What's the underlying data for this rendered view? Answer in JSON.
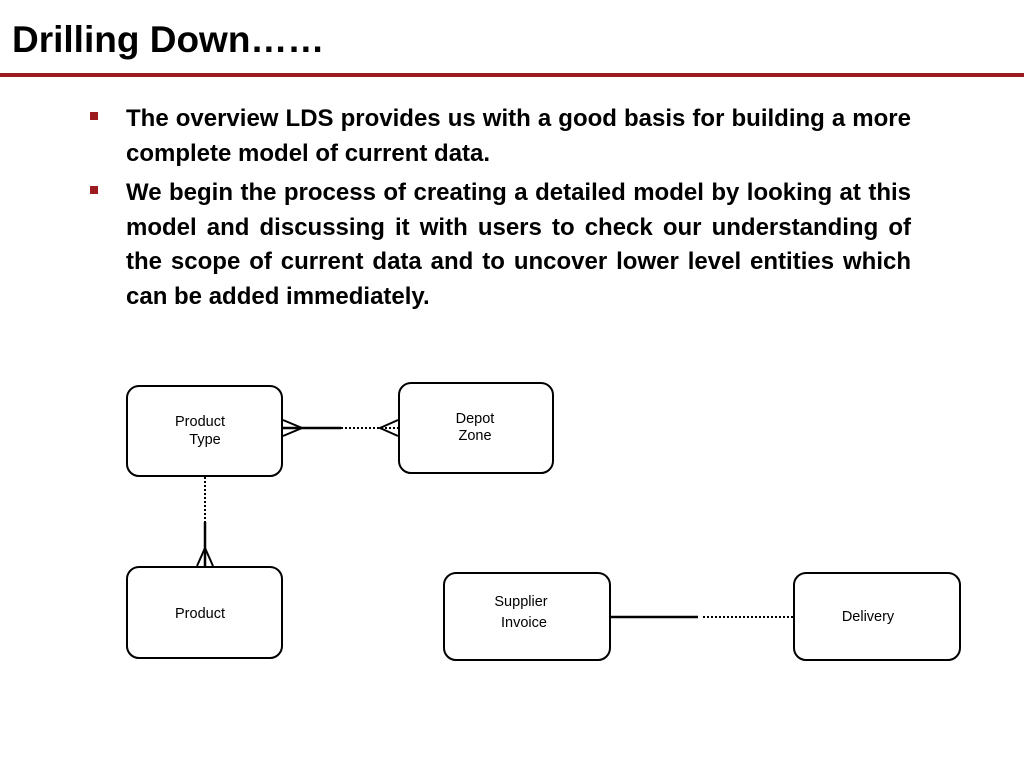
{
  "slide": {
    "title": "Drilling Down……",
    "bullets": [
      "The overview LDS provides us with a good basis for building a more complete model of current data.",
      "We begin the process of creating a detailed model by looking at this model and discussing it with users to check our understanding of the scope of current data and to uncover lower level entities which can be added immediately."
    ]
  },
  "diagram": {
    "entities": {
      "product_type": [
        "Product",
        "Type"
      ],
      "depot_zone": [
        "Depot",
        "Zone"
      ],
      "product": [
        "Product"
      ],
      "supplier_invoice": [
        "Supplier",
        "Invoice"
      ],
      "delivery": [
        "Delivery"
      ]
    }
  },
  "colors": {
    "accent": "#9b1b1f"
  }
}
